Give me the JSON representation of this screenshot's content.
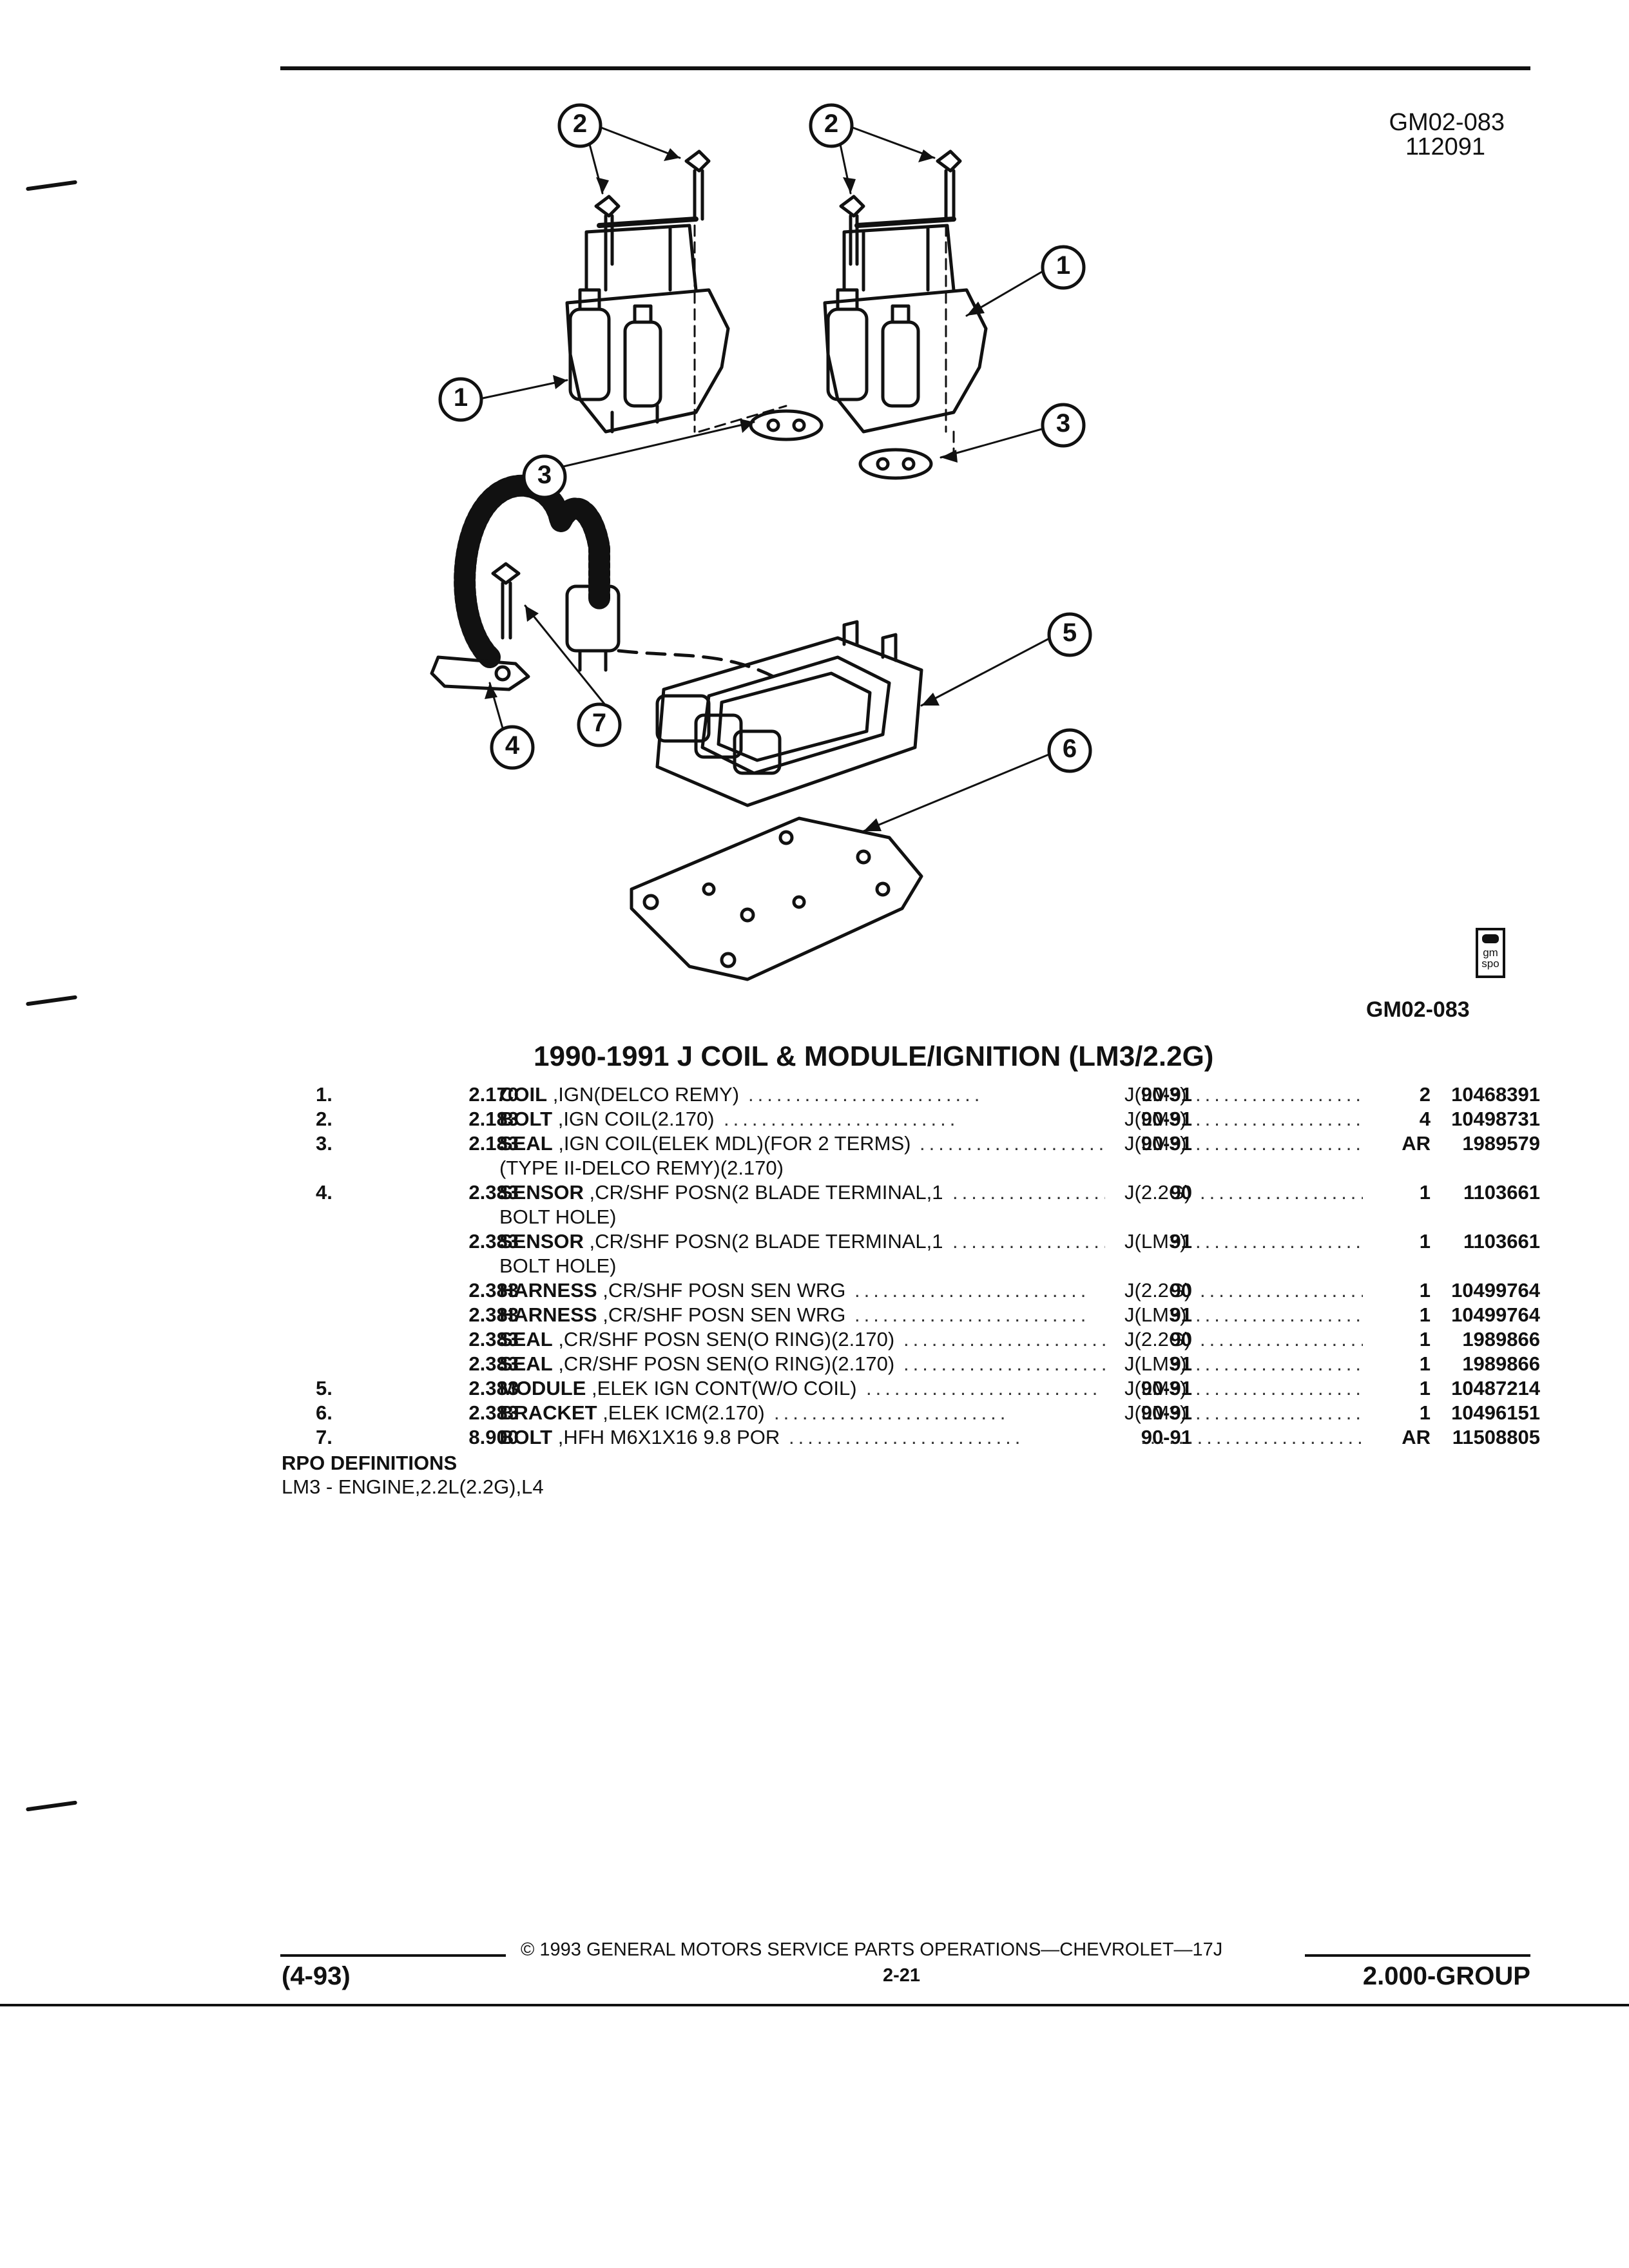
{
  "header": {
    "code": "GM02-083",
    "date": "112091"
  },
  "figure": {
    "code": "GM02-083",
    "callouts": [
      "1",
      "2",
      "3",
      "4",
      "5",
      "6",
      "7"
    ],
    "logo": "gm spo"
  },
  "section": {
    "title": "1990-1991 J COIL & MODULE/IGNITION (LM3/2.2G)"
  },
  "parts": [
    {
      "num": "1.",
      "grp": "2.170",
      "name": "COIL",
      "desc": ",IGN(DELCO REMY)",
      "desc2": "",
      "yr": "90-91",
      "rpo": "J(LM3)",
      "qty": "2",
      "pn": "10468391"
    },
    {
      "num": "2.",
      "grp": "2.183",
      "name": "BOLT",
      "desc": ",IGN COIL(2.170)",
      "desc2": "",
      "yr": "90-91",
      "rpo": "J(LM3)",
      "qty": "4",
      "pn": "10498731"
    },
    {
      "num": "3.",
      "grp": "2.183",
      "name": "SEAL",
      "desc": ",IGN COIL(ELEK MDL)(FOR 2 TERMS)",
      "desc2": "(TYPE II-DELCO REMY)(2.170)",
      "yr": "90-91",
      "rpo": "J(LM3)",
      "qty": "AR",
      "pn": "1989579"
    },
    {
      "num": "4.",
      "grp": "2.383",
      "name": "SENSOR",
      "desc": ",CR/SHF POSN(2 BLADE TERMINAL,1",
      "desc2": "BOLT HOLE)",
      "yr": "90",
      "rpo": "J(2.2G)",
      "qty": "1",
      "pn": "1103661"
    },
    {
      "num": "",
      "grp": "2.383",
      "name": "SENSOR",
      "desc": ",CR/SHF POSN(2 BLADE TERMINAL,1",
      "desc2": "BOLT HOLE)",
      "yr": "91",
      "rpo": "J(LM3)",
      "qty": "1",
      "pn": "1103661"
    },
    {
      "num": "",
      "grp": "2.383",
      "name": "HARNESS",
      "desc": ",CR/SHF POSN SEN WRG",
      "desc2": "",
      "yr": "90",
      "rpo": "J(2.2G)",
      "qty": "1",
      "pn": "10499764"
    },
    {
      "num": "",
      "grp": "2.383",
      "name": "HARNESS",
      "desc": ",CR/SHF POSN SEN WRG",
      "desc2": "",
      "yr": "91",
      "rpo": "J(LM3)",
      "qty": "1",
      "pn": "10499764"
    },
    {
      "num": "",
      "grp": "2.383",
      "name": "SEAL",
      "desc": ",CR/SHF POSN SEN(O RING)(2.170)",
      "desc2": "",
      "yr": "90",
      "rpo": "J(2.2G)",
      "qty": "1",
      "pn": "1989866"
    },
    {
      "num": "",
      "grp": "2.383",
      "name": "SEAL",
      "desc": ",CR/SHF POSN SEN(O RING)(2.170)",
      "desc2": "",
      "yr": "91",
      "rpo": "J(LM3)",
      "qty": "1",
      "pn": "1989866"
    },
    {
      "num": "5.",
      "grp": "2.383",
      "name": "MODULE",
      "desc": ",ELEK IGN CONT(W/O COIL)",
      "desc2": "",
      "yr": "90-91",
      "rpo": "J(LM3)",
      "qty": "1",
      "pn": "10487214"
    },
    {
      "num": "6.",
      "grp": "2.383",
      "name": "BRACKET",
      "desc": ",ELEK ICM(2.170)",
      "desc2": "",
      "yr": "90-91",
      "rpo": "J(LM3)",
      "qty": "1",
      "pn": "10496151"
    },
    {
      "num": "7.",
      "grp": "8.900",
      "name": "BOLT",
      "desc": ",HFH M6X1X16 9.8 POR",
      "desc2": "",
      "yr": "90-91",
      "rpo": "",
      "qty": "AR",
      "pn": "11508805"
    }
  ],
  "rpo_definitions": {
    "heading": "RPO DEFINITIONS",
    "lines": [
      "LM3 - ENGINE,2.2L(2.2G),L4"
    ]
  },
  "footer": {
    "left": "(4-93)",
    "copyright": "© 1993 GENERAL MOTORS SERVICE PARTS OPERATIONS—CHEVROLET—17J",
    "page": "2-21",
    "right": "2.000-GROUP"
  }
}
